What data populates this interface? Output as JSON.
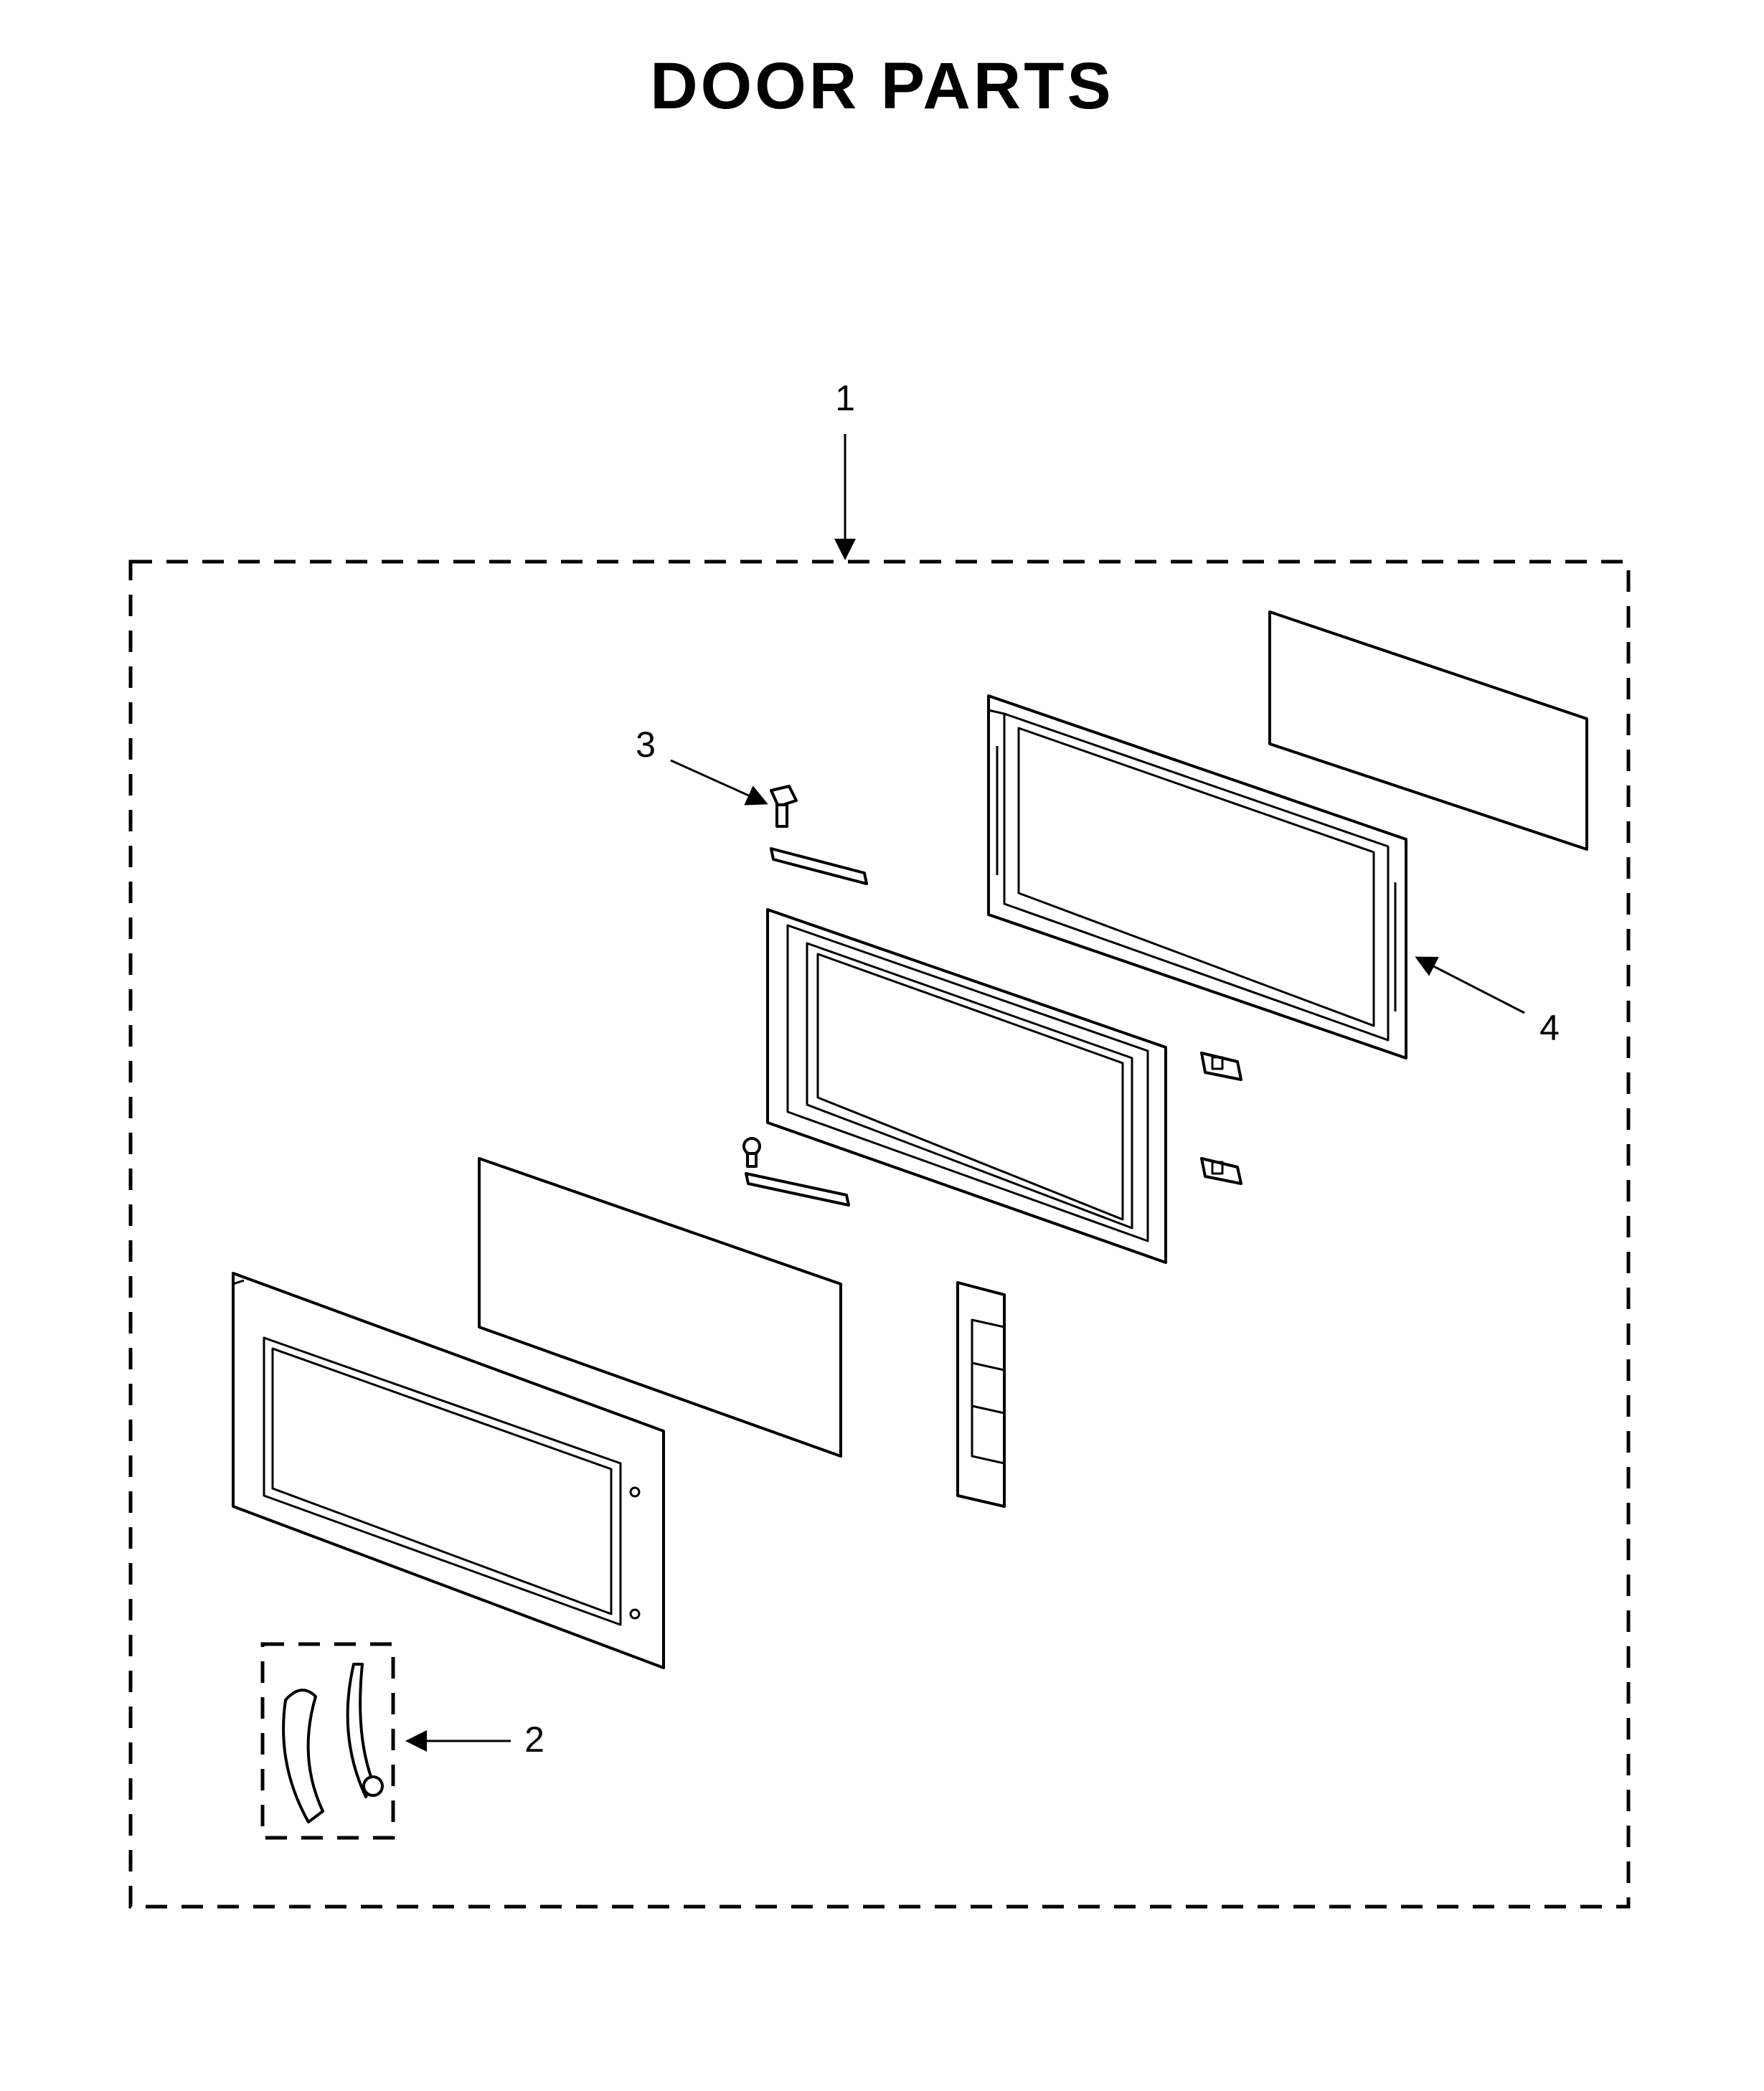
{
  "title": "DOOR PARTS",
  "callouts": {
    "c1": "1",
    "c2": "2",
    "c3": "3",
    "c4": "4"
  }
}
